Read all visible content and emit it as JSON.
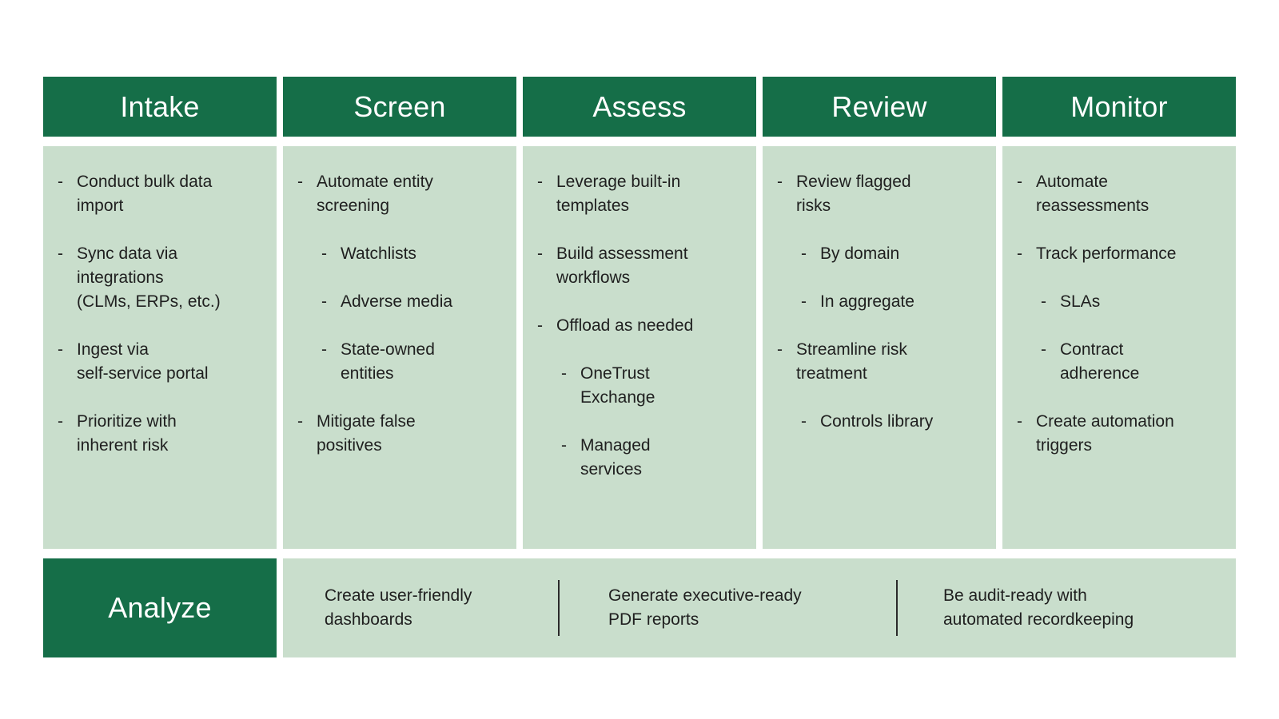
{
  "colors": {
    "header_bg": "#156E48",
    "panel_bg": "#C9DECC",
    "header_text": "#FFFFFF",
    "body_text": "#1F1F1F",
    "divider": "#2A2A2A",
    "page_bg": "#FFFFFF"
  },
  "bullet_char": "-",
  "columns": [
    {
      "title": "Intake",
      "items": [
        {
          "level": 1,
          "text": "Conduct bulk data\nimport"
        },
        {
          "level": 1,
          "text": "Sync data via\nintegrations\n(CLMs, ERPs, etc.)"
        },
        {
          "level": 1,
          "text": "Ingest via\nself-service portal"
        },
        {
          "level": 1,
          "text": "Prioritize with\ninherent risk"
        }
      ]
    },
    {
      "title": "Screen",
      "items": [
        {
          "level": 1,
          "text": "Automate entity\nscreening"
        },
        {
          "level": 2,
          "text": "Watchlists"
        },
        {
          "level": 2,
          "text": "Adverse media"
        },
        {
          "level": 2,
          "text": "State-owned\nentities"
        },
        {
          "level": 1,
          "text": "Mitigate false\npositives"
        }
      ]
    },
    {
      "title": "Assess",
      "items": [
        {
          "level": 1,
          "text": "Leverage built-in\ntemplates"
        },
        {
          "level": 1,
          "text": "Build assessment\nworkflows"
        },
        {
          "level": 1,
          "text": "Offload as needed"
        },
        {
          "level": 2,
          "text": "OneTrust\nExchange"
        },
        {
          "level": 2,
          "text": "Managed\nservices"
        }
      ]
    },
    {
      "title": "Review",
      "items": [
        {
          "level": 1,
          "text": "Review flagged\nrisks"
        },
        {
          "level": 2,
          "text": "By domain"
        },
        {
          "level": 2,
          "text": "In aggregate"
        },
        {
          "level": 1,
          "text": "Streamline risk\ntreatment"
        },
        {
          "level": 2,
          "text": "Controls library"
        }
      ]
    },
    {
      "title": "Monitor",
      "items": [
        {
          "level": 1,
          "text": "Automate\nreassessments"
        },
        {
          "level": 1,
          "text": "Track performance"
        },
        {
          "level": 2,
          "text": "SLAs"
        },
        {
          "level": 2,
          "text": "Contract\nadherence"
        },
        {
          "level": 1,
          "text": "Create automation\ntriggers"
        }
      ]
    }
  ],
  "footer": {
    "title": "Analyze",
    "cells": [
      "Create user-friendly\ndashboards",
      "Generate executive-ready\nPDF reports",
      "Be audit-ready with\nautomated recordkeeping"
    ]
  }
}
